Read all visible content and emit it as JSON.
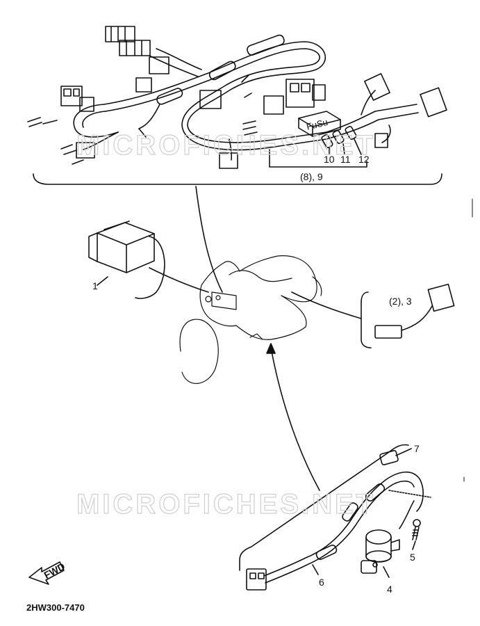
{
  "watermark": "MICROFICHES.NET",
  "fuse_box_label": "FuSu",
  "callouts": {
    "relay": "1",
    "lead": "(2), 3",
    "switch": "4",
    "screw": "5",
    "sub_harness": "6",
    "clamp": "7",
    "harness": "(8), 9",
    "fuse_10": "10",
    "fuse_11": "11",
    "fuse_12": "12"
  },
  "fwd_label": "FWD",
  "diagram_code": "2HW300-7470"
}
